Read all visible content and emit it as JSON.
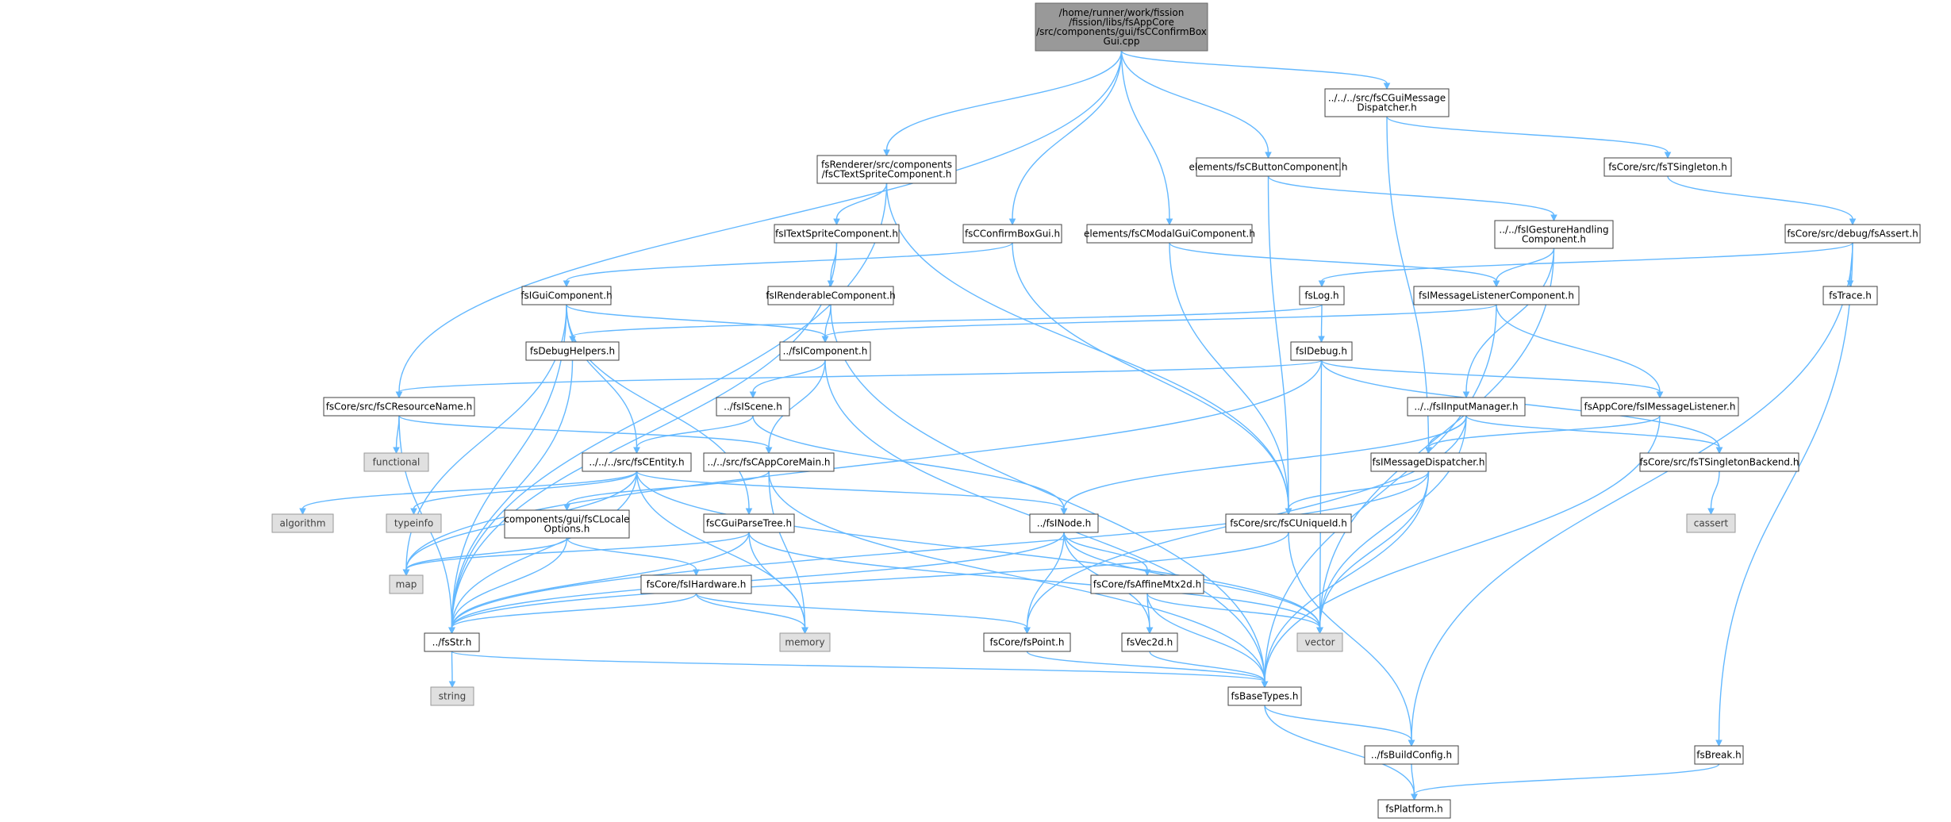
{
  "graph": {
    "nodes": [
      {
        "id": "root",
        "lines": [
          "/home/runner/work/fission",
          "/fission/libs/fsAppCore",
          "/src/components/gui/fsCConfirmBox",
          "Gui.cpp"
        ],
        "kind": "root"
      },
      {
        "id": "guimsgdisp",
        "lines": [
          "../../../src/fsCGuiMessage",
          "Dispatcher.h"
        ],
        "kind": "normal"
      },
      {
        "id": "textsprite",
        "lines": [
          "fsRenderer/src/components",
          "/fsCTextSpriteComponent.h"
        ],
        "kind": "normal"
      },
      {
        "id": "buttoncomp",
        "lines": [
          "elements/fsCButtonComponent.h"
        ],
        "kind": "normal"
      },
      {
        "id": "tsingleton",
        "lines": [
          "fsCore/src/fsTSingleton.h"
        ],
        "kind": "normal"
      },
      {
        "id": "itextsprite",
        "lines": [
          "fsITextSpriteComponent.h"
        ],
        "kind": "normal"
      },
      {
        "id": "confirmbox",
        "lines": [
          "fsCConfirmBoxGui.h"
        ],
        "kind": "normal"
      },
      {
        "id": "modalgui",
        "lines": [
          "elements/fsCModalGuiComponent.h"
        ],
        "kind": "normal"
      },
      {
        "id": "igesture",
        "lines": [
          "../../fsIGestureHandling",
          "Component.h"
        ],
        "kind": "normal"
      },
      {
        "id": "fsassert",
        "lines": [
          "fsCore/src/debug/fsAssert.h"
        ],
        "kind": "normal"
      },
      {
        "id": "iguicomp",
        "lines": [
          "fsIGuiComponent.h"
        ],
        "kind": "normal"
      },
      {
        "id": "irenderable",
        "lines": [
          "fsIRenderableComponent.h"
        ],
        "kind": "normal"
      },
      {
        "id": "fslog",
        "lines": [
          "fsLog.h"
        ],
        "kind": "normal"
      },
      {
        "id": "imsglistenercomp",
        "lines": [
          "fsIMessageListenerComponent.h"
        ],
        "kind": "normal"
      },
      {
        "id": "fstrace",
        "lines": [
          "fsTrace.h"
        ],
        "kind": "normal"
      },
      {
        "id": "debughelpers",
        "lines": [
          "fsDebugHelpers.h"
        ],
        "kind": "normal"
      },
      {
        "id": "icomponent",
        "lines": [
          "../fsIComponent.h"
        ],
        "kind": "normal"
      },
      {
        "id": "idebug",
        "lines": [
          "fsIDebug.h"
        ],
        "kind": "normal"
      },
      {
        "id": "resourcename",
        "lines": [
          "fsCore/src/fsCResourceName.h"
        ],
        "kind": "normal"
      },
      {
        "id": "iscene",
        "lines": [
          "../fsIScene.h"
        ],
        "kind": "normal"
      },
      {
        "id": "iinputmgr",
        "lines": [
          "../../fsIInputManager.h"
        ],
        "kind": "normal"
      },
      {
        "id": "imsglistener",
        "lines": [
          "fsAppCore/fsIMessageListener.h"
        ],
        "kind": "normal"
      },
      {
        "id": "functional",
        "lines": [
          "functional"
        ],
        "kind": "sys"
      },
      {
        "id": "centity",
        "lines": [
          "../../../src/fsCEntity.h"
        ],
        "kind": "normal"
      },
      {
        "id": "appcoremain",
        "lines": [
          "../../src/fsCAppCoreMain.h"
        ],
        "kind": "normal"
      },
      {
        "id": "imsgdisp",
        "lines": [
          "fsIMessageDispatcher.h"
        ],
        "kind": "normal"
      },
      {
        "id": "tsingletonbackend",
        "lines": [
          "fsCore/src/fsTSingletonBackend.h"
        ],
        "kind": "normal"
      },
      {
        "id": "algorithm",
        "lines": [
          "algorithm"
        ],
        "kind": "sys"
      },
      {
        "id": "typeinfo",
        "lines": [
          "typeinfo"
        ],
        "kind": "sys"
      },
      {
        "id": "localeopts",
        "lines": [
          "components/gui/fsCLocale",
          "Options.h"
        ],
        "kind": "normal"
      },
      {
        "id": "guiparsetree",
        "lines": [
          "fsCGuiParseTree.h"
        ],
        "kind": "normal"
      },
      {
        "id": "inode",
        "lines": [
          "../fsINode.h"
        ],
        "kind": "normal"
      },
      {
        "id": "uniqueid",
        "lines": [
          "fsCore/src/fsCUniqueId.h"
        ],
        "kind": "normal"
      },
      {
        "id": "cassert",
        "lines": [
          "cassert"
        ],
        "kind": "sys"
      },
      {
        "id": "map",
        "lines": [
          "map"
        ],
        "kind": "sys"
      },
      {
        "id": "ihardware",
        "lines": [
          "fsCore/fsIHardware.h"
        ],
        "kind": "normal"
      },
      {
        "id": "affinemtx",
        "lines": [
          "fsCore/fsAffineMtx2d.h"
        ],
        "kind": "normal"
      },
      {
        "id": "fsstr",
        "lines": [
          "../fsStr.h"
        ],
        "kind": "normal"
      },
      {
        "id": "memory",
        "lines": [
          "memory"
        ],
        "kind": "sys"
      },
      {
        "id": "fspoint",
        "lines": [
          "fsCore/fsPoint.h"
        ],
        "kind": "normal"
      },
      {
        "id": "vec2d",
        "lines": [
          "fsVec2d.h"
        ],
        "kind": "normal"
      },
      {
        "id": "vector",
        "lines": [
          "vector"
        ],
        "kind": "sys"
      },
      {
        "id": "string",
        "lines": [
          "string"
        ],
        "kind": "sys"
      },
      {
        "id": "basetypes",
        "lines": [
          "fsBaseTypes.h"
        ],
        "kind": "normal"
      },
      {
        "id": "buildconfig",
        "lines": [
          "../fsBuildConfig.h"
        ],
        "kind": "normal"
      },
      {
        "id": "fsbreak",
        "lines": [
          "fsBreak.h"
        ],
        "kind": "normal"
      },
      {
        "id": "platform",
        "lines": [
          "fsPlatform.h"
        ],
        "kind": "normal"
      }
    ],
    "edges": [
      [
        "root",
        "guimsgdisp"
      ],
      [
        "root",
        "textsprite"
      ],
      [
        "root",
        "buttoncomp"
      ],
      [
        "root",
        "confirmbox"
      ],
      [
        "root",
        "modalgui"
      ],
      [
        "root",
        "resourcename"
      ],
      [
        "guimsgdisp",
        "tsingleton"
      ],
      [
        "guimsgdisp",
        "imsgdisp"
      ],
      [
        "tsingleton",
        "fsassert"
      ],
      [
        "fsassert",
        "fslog"
      ],
      [
        "fsassert",
        "fstrace"
      ],
      [
        "fsassert",
        "buildconfig"
      ],
      [
        "fsassert",
        "fsbreak"
      ],
      [
        "fslog",
        "debughelpers"
      ],
      [
        "fslog",
        "idebug"
      ],
      [
        "idebug",
        "resourcename"
      ],
      [
        "idebug",
        "imsglistener"
      ],
      [
        "idebug",
        "tsingletonbackend"
      ],
      [
        "idebug",
        "vector"
      ],
      [
        "idebug",
        "map"
      ],
      [
        "textsprite",
        "itextsprite"
      ],
      [
        "textsprite",
        "uniqueid"
      ],
      [
        "textsprite",
        "fsstr"
      ],
      [
        "itextsprite",
        "irenderable"
      ],
      [
        "itextsprite",
        "fsstr"
      ],
      [
        "irenderable",
        "icomponent"
      ],
      [
        "irenderable",
        "basetypes"
      ],
      [
        "confirmbox",
        "iguicomp"
      ],
      [
        "confirmbox",
        "uniqueid"
      ],
      [
        "buttoncomp",
        "igesture"
      ],
      [
        "buttoncomp",
        "uniqueid"
      ],
      [
        "modalgui",
        "imsglistenercomp"
      ],
      [
        "modalgui",
        "uniqueid"
      ],
      [
        "igesture",
        "imsglistenercomp"
      ],
      [
        "igesture",
        "iinputmgr"
      ],
      [
        "igesture",
        "vector"
      ],
      [
        "imsglistenercomp",
        "icomponent"
      ],
      [
        "imsglistenercomp",
        "imsglistener"
      ],
      [
        "imsglistenercomp",
        "basetypes"
      ],
      [
        "iguicomp",
        "icomponent"
      ],
      [
        "iguicomp",
        "centity"
      ],
      [
        "iguicomp",
        "guiparsetree"
      ],
      [
        "iguicomp",
        "map"
      ],
      [
        "iguicomp",
        "fsstr"
      ],
      [
        "icomponent",
        "iscene"
      ],
      [
        "icomponent",
        "appcoremain"
      ],
      [
        "icomponent",
        "basetypes"
      ],
      [
        "iscene",
        "centity"
      ],
      [
        "iscene",
        "inode"
      ],
      [
        "debughelpers",
        "fsstr"
      ],
      [
        "resourcename",
        "functional"
      ],
      [
        "resourcename",
        "appcoremain"
      ],
      [
        "resourcename",
        "fsstr"
      ],
      [
        "centity",
        "algorithm"
      ],
      [
        "centity",
        "typeinfo"
      ],
      [
        "centity",
        "map"
      ],
      [
        "centity",
        "memory"
      ],
      [
        "centity",
        "inode"
      ],
      [
        "centity",
        "vector"
      ],
      [
        "centity",
        "fsstr"
      ],
      [
        "appcoremain",
        "localeopts"
      ],
      [
        "appcoremain",
        "basetypes"
      ],
      [
        "appcoremain",
        "memory"
      ],
      [
        "iinputmgr",
        "imsgdisp"
      ],
      [
        "iinputmgr",
        "tsingletonbackend"
      ],
      [
        "iinputmgr",
        "inode"
      ],
      [
        "iinputmgr",
        "fspoint"
      ],
      [
        "iinputmgr",
        "vector"
      ],
      [
        "imsglistener",
        "imsgdisp"
      ],
      [
        "imsglistener",
        "basetypes"
      ],
      [
        "imsgdisp",
        "uniqueid"
      ],
      [
        "imsgdisp",
        "vector"
      ],
      [
        "imsgdisp",
        "basetypes"
      ],
      [
        "imsgdisp",
        "fsstr"
      ],
      [
        "tsingletonbackend",
        "cassert"
      ],
      [
        "localeopts",
        "map"
      ],
      [
        "localeopts",
        "ihardware"
      ],
      [
        "localeopts",
        "fsstr"
      ],
      [
        "guiparsetree",
        "map"
      ],
      [
        "guiparsetree",
        "vector"
      ],
      [
        "guiparsetree",
        "memory"
      ],
      [
        "guiparsetree",
        "fsstr"
      ],
      [
        "inode",
        "affinemtx"
      ],
      [
        "inode",
        "fspoint"
      ],
      [
        "inode",
        "vec2d"
      ],
      [
        "inode",
        "vector"
      ],
      [
        "inode",
        "fsstr"
      ],
      [
        "uniqueid",
        "buildconfig"
      ],
      [
        "uniqueid",
        "fsstr"
      ],
      [
        "ihardware",
        "memory"
      ],
      [
        "ihardware",
        "fspoint"
      ],
      [
        "ihardware",
        "fsstr"
      ],
      [
        "affinemtx",
        "vec2d"
      ],
      [
        "affinemtx",
        "vector"
      ],
      [
        "affinemtx",
        "basetypes"
      ],
      [
        "fsstr",
        "string"
      ],
      [
        "fsstr",
        "basetypes"
      ],
      [
        "fspoint",
        "basetypes"
      ],
      [
        "vec2d",
        "basetypes"
      ],
      [
        "basetypes",
        "buildconfig"
      ],
      [
        "basetypes",
        "platform"
      ],
      [
        "buildconfig",
        "platform"
      ],
      [
        "fsbreak",
        "platform"
      ]
    ]
  }
}
